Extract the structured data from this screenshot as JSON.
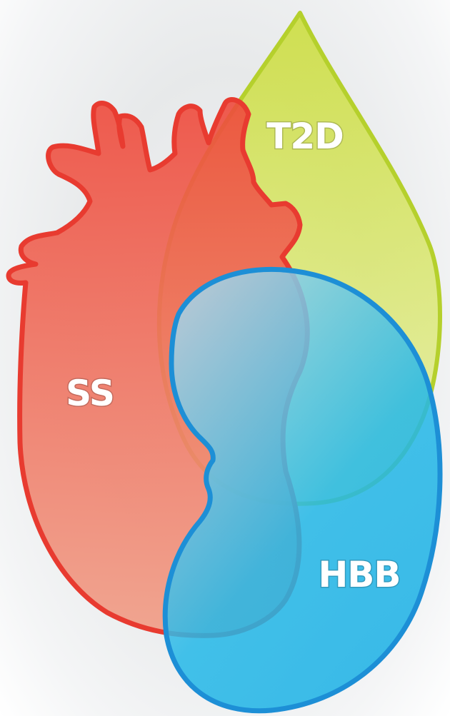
{
  "labels": {
    "heart": "SS",
    "drop": "T2D",
    "kidney": "HBB"
  },
  "colors": {
    "heart_fill_top": "#ee4a3c",
    "heart_fill_bottom": "#f19d86",
    "heart_stroke": "#e83b30",
    "drop_fill_top": "#c9dc2e",
    "drop_fill_bottom": "#e6ef9e",
    "drop_stroke": "#b5d02c",
    "kidney_fill_top": "#a9d6ea",
    "kidney_fill_bottom": "#17aee4",
    "kidney_stroke": "#1d8fd6"
  }
}
